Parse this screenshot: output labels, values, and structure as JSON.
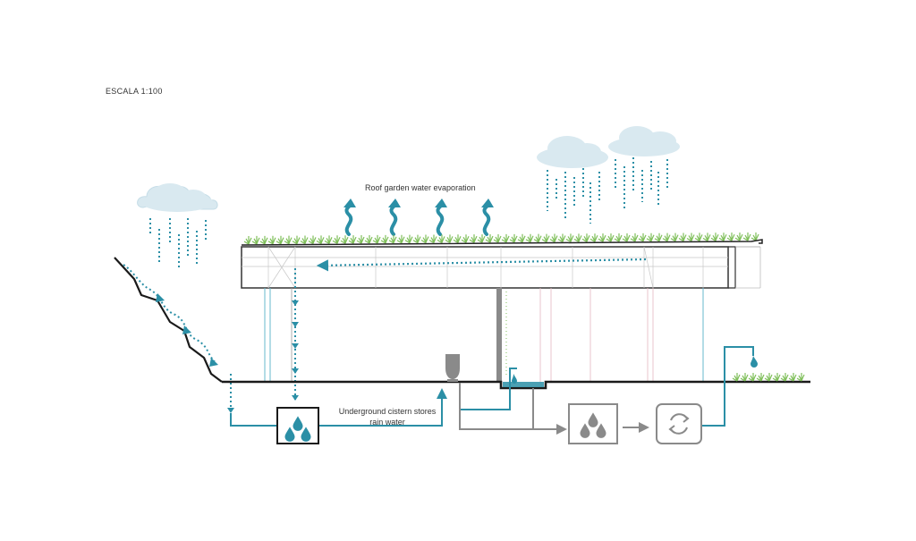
{
  "header": {
    "scale_label": "ESCALA 1:100"
  },
  "annotations": {
    "evaporation": "Roof garden water evaporation",
    "cistern_line1": "Underground cistern stores",
    "cistern_line2": "rain water"
  },
  "colors": {
    "water": "#2b8fa6",
    "water_light": "#67b9cc",
    "grey": "#8a8a8a",
    "ground": "#1a1a1a",
    "cloud": "#d9e9f0",
    "grass": "#7fbf5a"
  },
  "icons": {
    "rainwater_tank": "water-drops-icon",
    "greywater_tank": "water-drops-icon",
    "treatment": "recycle-icon",
    "toilet": "toilet-icon",
    "tap": "tap-drop-icon",
    "evaporation": "wavy-arrow-up-icon",
    "rain": "rain-cloud-icon"
  }
}
